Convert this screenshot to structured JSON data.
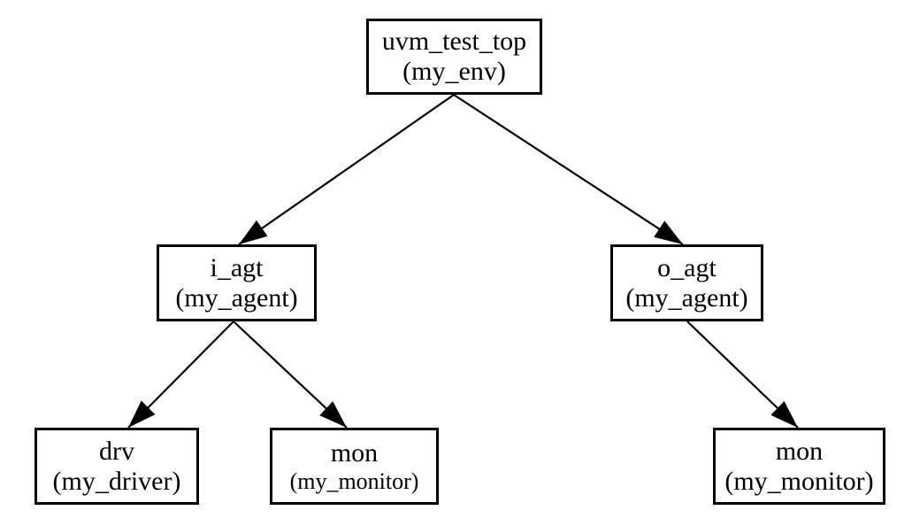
{
  "diagram": {
    "nodes": [
      {
        "id": "root",
        "name": "uvm_test_top",
        "type": "(my_env)"
      },
      {
        "id": "iagt",
        "name": "i_agt",
        "type": "(my_agent)"
      },
      {
        "id": "oagt",
        "name": "o_agt",
        "type": "(my_agent)"
      },
      {
        "id": "drv",
        "name": "drv",
        "type": "(my_driver)"
      },
      {
        "id": "mon1",
        "name": "mon",
        "type": "(my_monitor)"
      },
      {
        "id": "mon2",
        "name": "mon",
        "type": "(my_monitor)"
      }
    ],
    "edges": [
      {
        "from": "root",
        "to": "iagt"
      },
      {
        "from": "root",
        "to": "oagt"
      },
      {
        "from": "iagt",
        "to": "drv"
      },
      {
        "from": "iagt",
        "to": "mon1"
      },
      {
        "from": "oagt",
        "to": "mon2"
      }
    ],
    "colors": {
      "stroke": "#000000",
      "fill": "#ffffff"
    }
  }
}
